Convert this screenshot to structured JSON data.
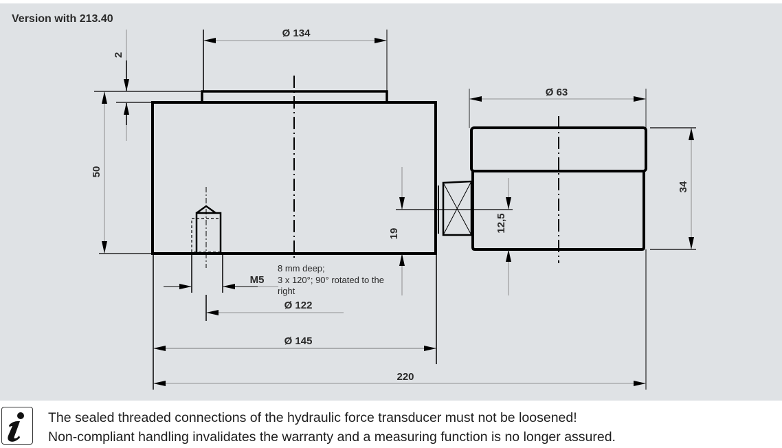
{
  "title": "Version with 213.40",
  "dimensions": {
    "top_diameter": "Ø 134",
    "top_step": "2",
    "height": "50",
    "thread": "M5",
    "thread_note": [
      "8 mm deep;",
      "3 x 120°; 90° rotated to the",
      "right"
    ],
    "bolt_circle": "Ø 122",
    "body_diameter": "Ø 145",
    "total_length": "220",
    "connector_height": "19",
    "gauge_diameter": "Ø 63",
    "gauge_height": "34",
    "gauge_offset": "12,5"
  },
  "info": {
    "icon": "info-icon",
    "lines": [
      "The sealed threaded connections of the hydraulic force transducer must not be loosened!",
      "Non-compliant handling invalidates the warranty and a measuring function is no longer assured."
    ]
  }
}
